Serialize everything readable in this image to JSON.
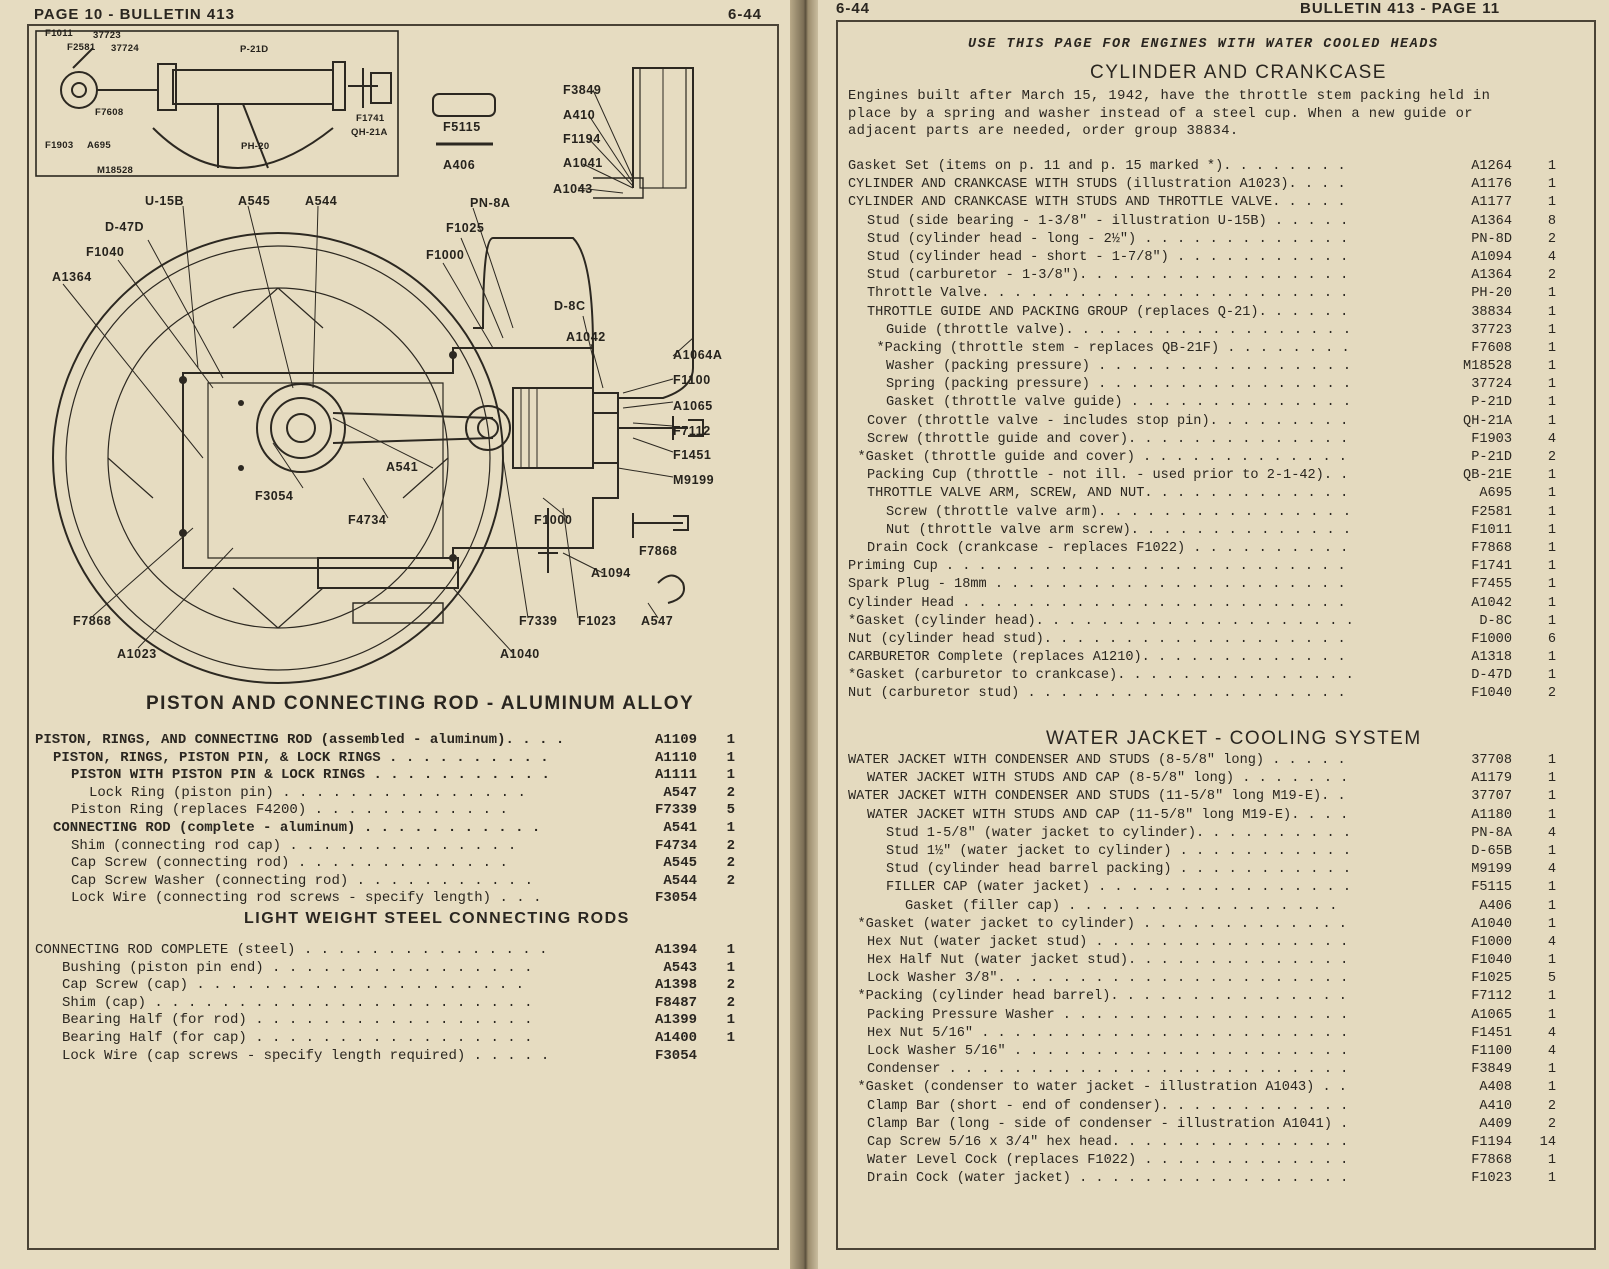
{
  "left_page": {
    "header": "PAGE 10 - BULLETIN 413",
    "date": "6-44",
    "diagram_labels": {
      "inset": [
        "F1011",
        "37723",
        "F2581",
        "37724",
        "P-21D",
        "F7608",
        "F1741",
        "QH-21A",
        "F1903",
        "A695",
        "PH-20",
        "M18528"
      ],
      "main": [
        "F5115",
        "A406",
        "F3849",
        "A410",
        "F1194",
        "A1041",
        "A1043",
        "U-15B",
        "A545",
        "A544",
        "PN-8A",
        "D-47D",
        "F1025",
        "F1040",
        "F1000",
        "A1364",
        "D-8C",
        "A1042",
        "A1064A",
        "F1100",
        "A1065",
        "F7112",
        "F1451",
        "M9199",
        "A541",
        "F3054",
        "F4734",
        "F1000",
        "F7868",
        "A1094",
        "F7868",
        "F7339",
        "F1023",
        "A547",
        "A1023",
        "A1040"
      ]
    },
    "piston_title": "PISTON AND CONNECTING ROD - ALUMINUM ALLOY",
    "piston_items": [
      {
        "indent": 0,
        "bold": true,
        "desc": "PISTON, RINGS, AND CONNECTING ROD (assembled - aluminum). . . .",
        "part": "A1109",
        "qty": "1"
      },
      {
        "indent": 2,
        "bold": true,
        "desc": "PISTON, RINGS, PISTON PIN, & LOCK RINGS . . . . . . . . . .",
        "part": "A1110",
        "qty": "1"
      },
      {
        "indent": 4,
        "bold": true,
        "desc": "PISTON WITH PISTON PIN & LOCK RINGS . . . . . . . . . . .",
        "part": "A1111",
        "qty": "1"
      },
      {
        "indent": 6,
        "bold": false,
        "desc": "Lock Ring (piston pin) . . . . . . . . . . . . . . .",
        "part": "A547",
        "qty": "2"
      },
      {
        "indent": 4,
        "bold": false,
        "desc": "Piston Ring (replaces F4200) . . . . . . . . . . . .",
        "part": "F7339",
        "qty": "5"
      },
      {
        "indent": 2,
        "bold": true,
        "desc": "CONNECTING ROD (complete - aluminum) . . . . . . . . . . .",
        "part": "A541",
        "qty": "1"
      },
      {
        "indent": 4,
        "bold": false,
        "desc": "Shim (connecting rod cap) . . . . . . . . . . . . . .",
        "part": "F4734",
        "qty": "2"
      },
      {
        "indent": 4,
        "bold": false,
        "desc": "Cap Screw (connecting rod) . . . . . . . . . . . . .",
        "part": "A545",
        "qty": "2"
      },
      {
        "indent": 4,
        "bold": false,
        "desc": "Cap Screw Washer (connecting rod) . . . . . . . . . . .",
        "part": "A544",
        "qty": "2"
      },
      {
        "indent": 4,
        "bold": false,
        "desc": "Lock Wire (connecting rod screws - specify length) . . .",
        "part": "F3054",
        "qty": ""
      }
    ],
    "steel_title": "LIGHT WEIGHT STEEL CONNECTING RODS",
    "steel_items": [
      {
        "indent": 0,
        "desc": "CONNECTING ROD COMPLETE (steel) . . . . . . . . . . . . . . .",
        "part": "A1394",
        "qty": "1"
      },
      {
        "indent": 3,
        "desc": "Bushing (piston pin end) . . . . . . . . . . . . . . . .",
        "part": "A543",
        "qty": "1"
      },
      {
        "indent": 3,
        "desc": "Cap Screw (cap) . . . . . . . . . . . . . . . . . . . .",
        "part": "A1398",
        "qty": "2"
      },
      {
        "indent": 3,
        "desc": "Shim (cap) . . . . . . . . . . . . . . . . . . . . . . .",
        "part": "F8487",
        "qty": "2"
      },
      {
        "indent": 3,
        "desc": "Bearing Half (for rod) . . . . . . . . . . . . . . . . .",
        "part": "A1399",
        "qty": "1"
      },
      {
        "indent": 3,
        "desc": "Bearing Half (for cap) . . . . . . . . . . . . . . . . .",
        "part": "A1400",
        "qty": "1"
      },
      {
        "indent": 3,
        "desc": "Lock Wire (cap screws - specify length required) . . . . .",
        "part": "F3054",
        "qty": ""
      }
    ]
  },
  "right_page": {
    "date": "6-44",
    "header": "BULLETIN 413 - PAGE 11",
    "use_note": "USE THIS PAGE FOR ENGINES WITH WATER COOLED HEADS",
    "cyl_title": "CYLINDER AND CRANKCASE",
    "intro": [
      "Engines built after March 15, 1942, have the throttle stem packing held in",
      "place by a spring and washer instead of a steel cup.  When a new guide or",
      "adjacent parts are needed, order group 38834."
    ],
    "cyl_items": [
      {
        "indent": 0,
        "desc": "Gasket Set (items on p. 11 and p. 15 marked *). . . . . . . .",
        "part": "A1264",
        "qty": "1"
      },
      {
        "indent": 0,
        "desc": "CYLINDER AND CRANKCASE WITH STUDS (illustration A1023). . . .",
        "part": "A1176",
        "qty": "1"
      },
      {
        "indent": 0,
        "desc": "CYLINDER AND CRANKCASE WITH STUDS AND THROTTLE VALVE. . . . .",
        "part": "A1177",
        "qty": "1"
      },
      {
        "indent": 2,
        "desc": "Stud (side bearing - 1-3/8\" - illustration U-15B) . . . . .",
        "part": "A1364",
        "qty": "8"
      },
      {
        "indent": 2,
        "desc": "Stud (cylinder head - long - 2½\") . . . . . . . . . . . . .",
        "part": "PN-8D",
        "qty": "2"
      },
      {
        "indent": 2,
        "desc": "Stud (cylinder head - short - 1-7/8\") . . . . . . . . . . .",
        "part": "A1094",
        "qty": "4"
      },
      {
        "indent": 2,
        "desc": "Stud (carburetor - 1-3/8\"). . . . . . . . . . . . . . . . .",
        "part": "A1364",
        "qty": "2"
      },
      {
        "indent": 2,
        "desc": "Throttle Valve. . . . . . . . . . . . . . . . . . . . . . .",
        "part": "PH-20",
        "qty": "1"
      },
      {
        "indent": 2,
        "desc": "THROTTLE GUIDE AND PACKING GROUP (replaces Q-21). . . . . .",
        "part": "38834",
        "qty": "1"
      },
      {
        "indent": 4,
        "desc": "Guide (throttle valve). . . . . . . . . . . . . . . . . .",
        "part": "37723",
        "qty": "1"
      },
      {
        "indent": 3,
        "desc": "*Packing (throttle stem - replaces QB-21F) . . . . . . . .",
        "part": "F7608",
        "qty": "1"
      },
      {
        "indent": 4,
        "desc": "Washer (packing pressure) . . . . . . . . . . . . . . . .",
        "part": "M18528",
        "qty": "1"
      },
      {
        "indent": 4,
        "desc": "Spring (packing pressure) . . . . . . . . . . . . . . . .",
        "part": "37724",
        "qty": "1"
      },
      {
        "indent": 4,
        "desc": "Gasket (throttle valve guide) . . . . . . . . . . . . . .",
        "part": "P-21D",
        "qty": "1"
      },
      {
        "indent": 2,
        "desc": "Cover (throttle valve - includes stop pin). . . . . . . . .",
        "part": "QH-21A",
        "qty": "1"
      },
      {
        "indent": 2,
        "desc": "Screw (throttle guide and cover). . . . . . . . . . . . . .",
        "part": "F1903",
        "qty": "4"
      },
      {
        "indent": 1,
        "desc": "*Gasket (throttle guide and cover) . . . . . . . . . . . . .",
        "part": "P-21D",
        "qty": "2"
      },
      {
        "indent": 2,
        "desc": "Packing Cup (throttle - not ill. - used prior to 2-1-42). .",
        "part": "QB-21E",
        "qty": "1"
      },
      {
        "indent": 2,
        "desc": "THROTTLE VALVE ARM, SCREW, AND NUT. . . . . . . . . . . . .",
        "part": "A695",
        "qty": "1"
      },
      {
        "indent": 4,
        "desc": "Screw (throttle valve arm). . . . . . . . . . . . . . . .",
        "part": "F2581",
        "qty": "1"
      },
      {
        "indent": 4,
        "desc": "Nut (throttle valve arm screw). . . . . . . . . . . . . .",
        "part": "F1011",
        "qty": "1"
      },
      {
        "indent": 2,
        "desc": "Drain Cock (crankcase - replaces F1022) . . . . . . . . . .",
        "part": "F7868",
        "qty": "1"
      },
      {
        "indent": 0,
        "desc": "Priming Cup . . . . . . . . . . . . . . . . . . . . . . . . .",
        "part": "F1741",
        "qty": "1"
      },
      {
        "indent": 0,
        "desc": "Spark Plug - 18mm . . . . . . . . . . . . . . . . . . . . . .",
        "part": "F7455",
        "qty": "1"
      },
      {
        "indent": 0,
        "desc": "Cylinder Head . . . . . . . . . . . . . . . . . . . . . . . .",
        "part": "A1042",
        "qty": "1"
      },
      {
        "indent": 0,
        "desc": "*Gasket (cylinder head). . . . . . . . . . . . . . . . . . . .",
        "part": "D-8C",
        "qty": "1"
      },
      {
        "indent": 0,
        "desc": "Nut (cylinder head stud). . . . . . . . . . . . . . . . . . .",
        "part": "F1000",
        "qty": "6"
      },
      {
        "indent": 0,
        "desc": "CARBURETOR Complete (replaces A1210). . . . . . . . . . . . .",
        "part": "A1318",
        "qty": "1"
      },
      {
        "indent": 0,
        "desc": "*Gasket (carburetor to crankcase). . . . . . . . . . . . . . .",
        "part": "D-47D",
        "qty": "1"
      },
      {
        "indent": 0,
        "desc": "Nut (carburetor stud) . . . . . . . . . . . . . . . . . . . .",
        "part": "F1040",
        "qty": "2"
      }
    ],
    "water_title": "WATER JACKET - COOLING SYSTEM",
    "water_items": [
      {
        "indent": 0,
        "desc": "WATER JACKET WITH CONDENSER AND STUDS (8-5/8\" long) . . . . .",
        "part": "37708",
        "qty": "1"
      },
      {
        "indent": 2,
        "desc": "WATER JACKET WITH STUDS AND CAP (8-5/8\" long) . . . . . . .",
        "part": "A1179",
        "qty": "1"
      },
      {
        "indent": 0,
        "desc": "WATER JACKET WITH CONDENSER AND STUDS (11-5/8\" long M19-E). .",
        "part": "37707",
        "qty": "1"
      },
      {
        "indent": 2,
        "desc": "WATER JACKET WITH STUDS AND CAP (11-5/8\" long M19-E). . . .",
        "part": "A1180",
        "qty": "1"
      },
      {
        "indent": 4,
        "desc": "Stud 1-5/8\" (water jacket to cylinder). . . . . . . . . .",
        "part": "PN-8A",
        "qty": "4"
      },
      {
        "indent": 4,
        "desc": "Stud 1½\" (water jacket to cylinder) . . . . . . . . . . .",
        "part": "D-65B",
        "qty": "1"
      },
      {
        "indent": 4,
        "desc": "Stud (cylinder head barrel packing) . . . . . . . . . . .",
        "part": "M9199",
        "qty": "4"
      },
      {
        "indent": 4,
        "desc": "FILLER CAP (water jacket) . . . . . . . . . . . . . . . .",
        "part": "F5115",
        "qty": "1"
      },
      {
        "indent": 6,
        "desc": "Gasket (filler cap) . . . . . . . . . . . . . . . . .",
        "part": "A406",
        "qty": "1"
      },
      {
        "indent": 1,
        "desc": "*Gasket (water jacket to cylinder) . . . . . . . . . . . . .",
        "part": "A1040",
        "qty": "1"
      },
      {
        "indent": 2,
        "desc": "Hex Nut (water jacket stud) . . . . . . . . . . . . . . . .",
        "part": "F1000",
        "qty": "4"
      },
      {
        "indent": 2,
        "desc": "Hex Half Nut (water jacket stud). . . . . . . . . . . . . .",
        "part": "F1040",
        "qty": "1"
      },
      {
        "indent": 2,
        "desc": "Lock Washer 3/8\". . . . . . . . . . . . . . . . . . . . . .",
        "part": "F1025",
        "qty": "5"
      },
      {
        "indent": 1,
        "desc": "*Packing (cylinder head barrel). . . . . . . . . . . . . . .",
        "part": "F7112",
        "qty": "1"
      },
      {
        "indent": 2,
        "desc": "Packing Pressure Washer . . . . . . . . . . . . . . . . . .",
        "part": "A1065",
        "qty": "1"
      },
      {
        "indent": 2,
        "desc": "Hex Nut 5/16\" . . . . . . . . . . . . . . . . . . . . . . .",
        "part": "F1451",
        "qty": "4"
      },
      {
        "indent": 2,
        "desc": "Lock Washer 5/16\" . . . . . . . . . . . . . . . . . . . . .",
        "part": "F1100",
        "qty": "4"
      },
      {
        "indent": 2,
        "desc": "Condenser . . . . . . . . . . . . . . . . . . . . . . . . .",
        "part": "F3849",
        "qty": "1"
      },
      {
        "indent": 1,
        "desc": "*Gasket (condenser to water jacket - illustration A1043) . .",
        "part": "A408",
        "qty": "1"
      },
      {
        "indent": 2,
        "desc": "Clamp Bar (short - end of condenser). . . . . . . . . . . .",
        "part": "A410",
        "qty": "2"
      },
      {
        "indent": 2,
        "desc": "Clamp Bar (long - side of condenser - illustration A1041) .",
        "part": "A409",
        "qty": "2"
      },
      {
        "indent": 2,
        "desc": "Cap Screw 5/16 x 3/4\" hex head. . . . . . . . . . . . . . .",
        "part": "F1194",
        "qty": "14"
      },
      {
        "indent": 2,
        "desc": "Water Level Cock (replaces F1022) . . . . . . . . . . . . .",
        "part": "F7868",
        "qty": "1"
      },
      {
        "indent": 2,
        "desc": "Drain Cock (water jacket) . . . . . . . . . . . . . . . . .",
        "part": "F1023",
        "qty": "1"
      }
    ]
  }
}
